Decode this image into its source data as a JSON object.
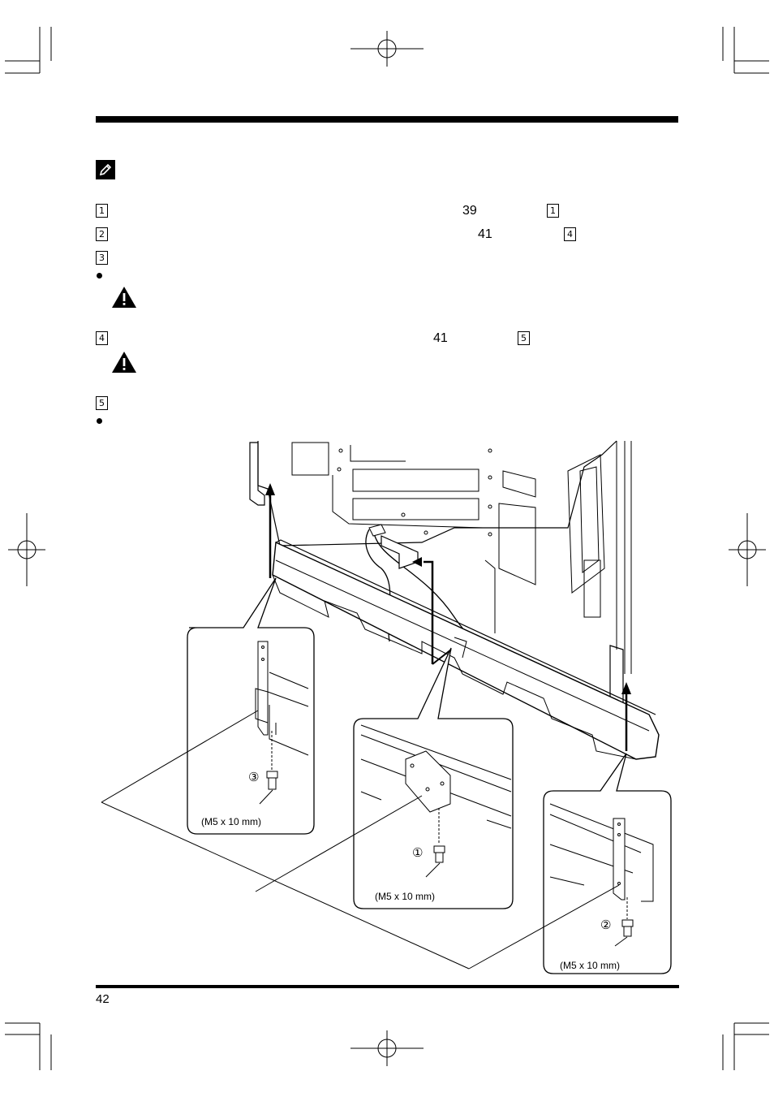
{
  "page": {
    "number": "42"
  },
  "steps": [
    {
      "marker": "1",
      "refs": [
        {
          "text": "39"
        },
        {
          "box": "1"
        }
      ]
    },
    {
      "marker": "2",
      "refs": [
        {
          "text": "41"
        },
        {
          "box": "4"
        }
      ]
    },
    {
      "marker": "3",
      "refs": []
    },
    {
      "marker": "4",
      "refs": [
        {
          "text": "41"
        },
        {
          "box": "5"
        }
      ]
    },
    {
      "marker": "5",
      "refs": []
    }
  ],
  "icons": {
    "note": "pencil-note-icon",
    "warning": "warning-triangle-icon",
    "bullet": "bullet-dot"
  },
  "figure": {
    "screw_callouts": [
      {
        "number": "③",
        "size": "(M5 x 10 mm)"
      },
      {
        "number": "①",
        "size": "(M5 x 10 mm)"
      },
      {
        "number": "②",
        "size": "(M5 x 10 mm)"
      }
    ]
  }
}
